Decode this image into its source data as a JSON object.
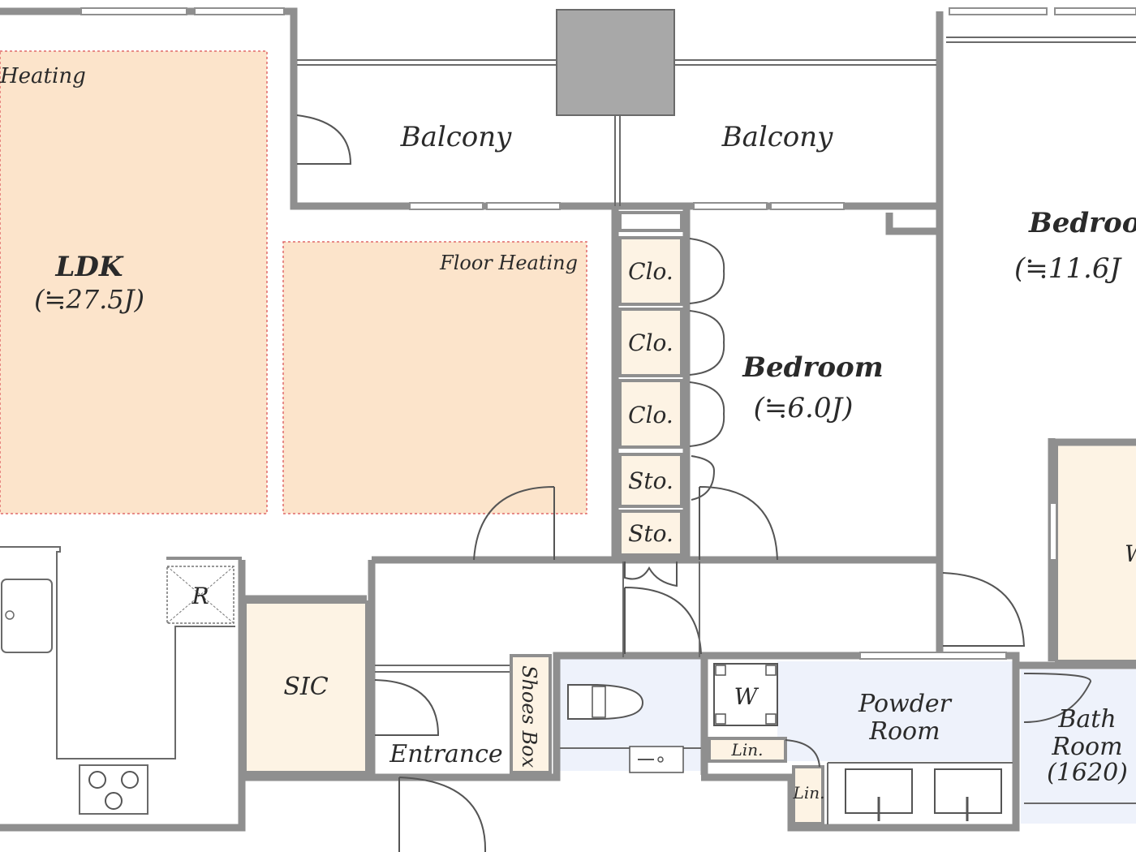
{
  "labels": {
    "ldk_heating": "Heating",
    "ldk_name": "LDK",
    "ldk_size": "(≒27.5J)",
    "floor_heating": "Floor Heating",
    "balcony_left": "Balcony",
    "balcony_right": "Balcony",
    "bedroom_main": "Bedroom",
    "bedroom_main_size": "(≒6.0J)",
    "bedroom_right": "Bedroo",
    "bedroom_right_size": "(≒11.6J",
    "clo1": "Clo.",
    "clo2": "Clo.",
    "clo3": "Clo.",
    "sto1": "Sto.",
    "sto2": "Sto.",
    "refrigerator": "R",
    "sic": "SIC",
    "entrance": "Entrance",
    "shoes_box": "Shoes Box",
    "washer": "W",
    "powder_line1": "Powder",
    "powder_line2": "Room",
    "lin1": "Lin.",
    "lin2": "Lin.",
    "bath_line1": "Bath",
    "bath_line2": "Room",
    "bath_line3": "(1620)",
    "wic_partial": "W"
  },
  "colors": {
    "wall": "#8f8f8f",
    "floor_heating_fill": "#fce4cb",
    "floor_heating_border": "#e06a6a",
    "storage_fill": "#fdf3e4",
    "wet_area_fill": "#eef2fb",
    "column_fill": "#a8a8a8"
  }
}
